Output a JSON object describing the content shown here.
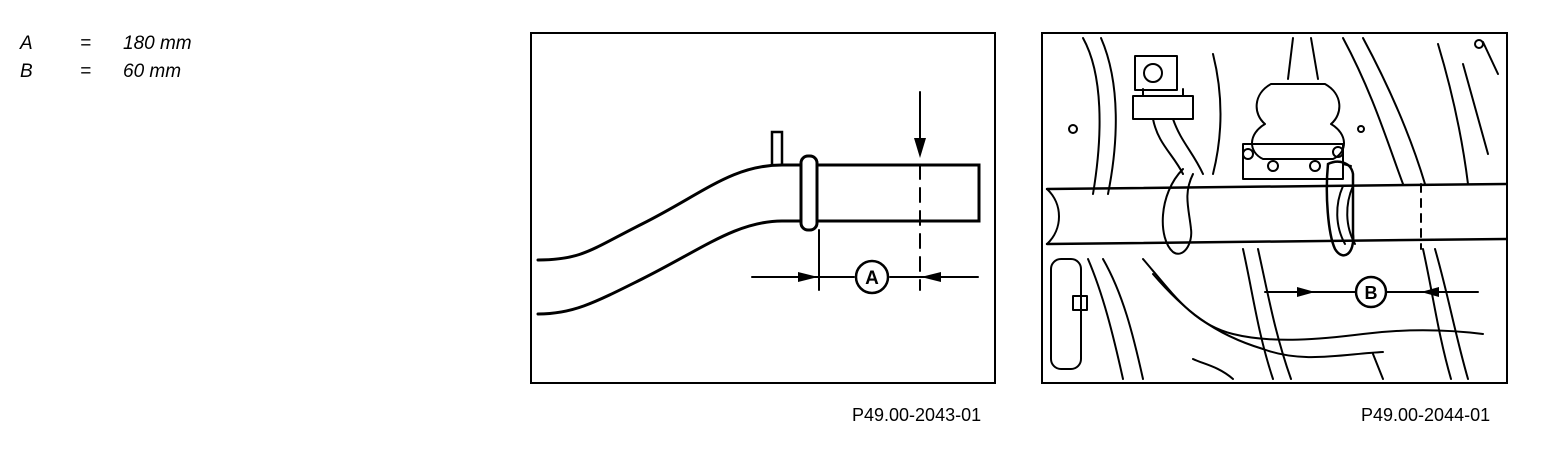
{
  "legend": [
    {
      "key": "A",
      "equals": "=",
      "value": "180 mm"
    },
    {
      "key": "B",
      "equals": "=",
      "value": "60 mm"
    }
  ],
  "figures": [
    {
      "marker": "A",
      "caption": "P49.00-2043-01"
    },
    {
      "marker": "B",
      "caption": "P49.00-2044-01"
    }
  ]
}
